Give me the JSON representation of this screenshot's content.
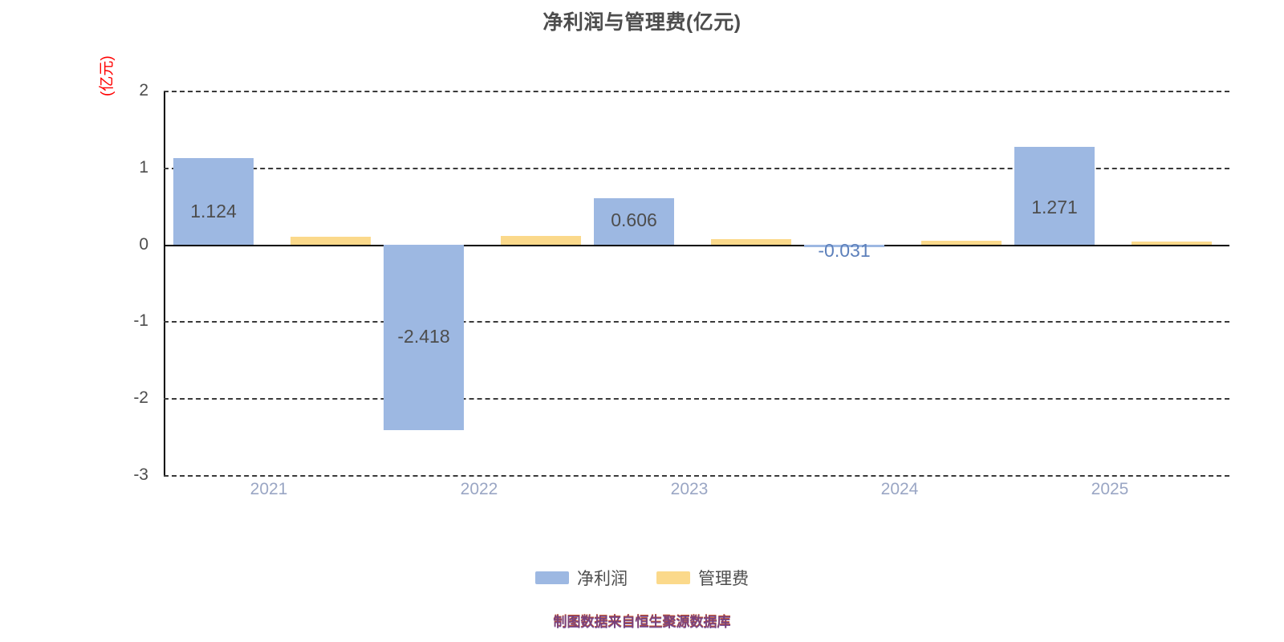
{
  "chart_data": {
    "type": "bar",
    "title": "净利润与管理费(亿元)",
    "xlabel": "",
    "ylabel": "(亿元)",
    "ylim": [
      -3,
      2
    ],
    "yticks": [
      2,
      1,
      0,
      -1,
      -2,
      -3
    ],
    "ytick_labels": [
      "2",
      "1",
      "0",
      "-1",
      "-2",
      "-3"
    ],
    "categories": [
      "2021",
      "2022",
      "2023",
      "2024",
      "2025"
    ],
    "grid": true,
    "legend_position": "bottom",
    "series": [
      {
        "name": "净利润",
        "color": "#9db8e2",
        "values": [
          1.124,
          -2.418,
          0.606,
          -0.031,
          1.271
        ],
        "labels": [
          "1.124",
          "-2.418",
          "0.606",
          "-0.031",
          "1.271"
        ]
      },
      {
        "name": "管理费",
        "color": "#fbd98b",
        "values": [
          0.103,
          0.108,
          0.072,
          0.048,
          0.04
        ],
        "labels": [
          "",
          "",
          "",
          "",
          ""
        ]
      }
    ]
  },
  "footer": {
    "note": "制图数据来自恒生聚源数据库"
  }
}
